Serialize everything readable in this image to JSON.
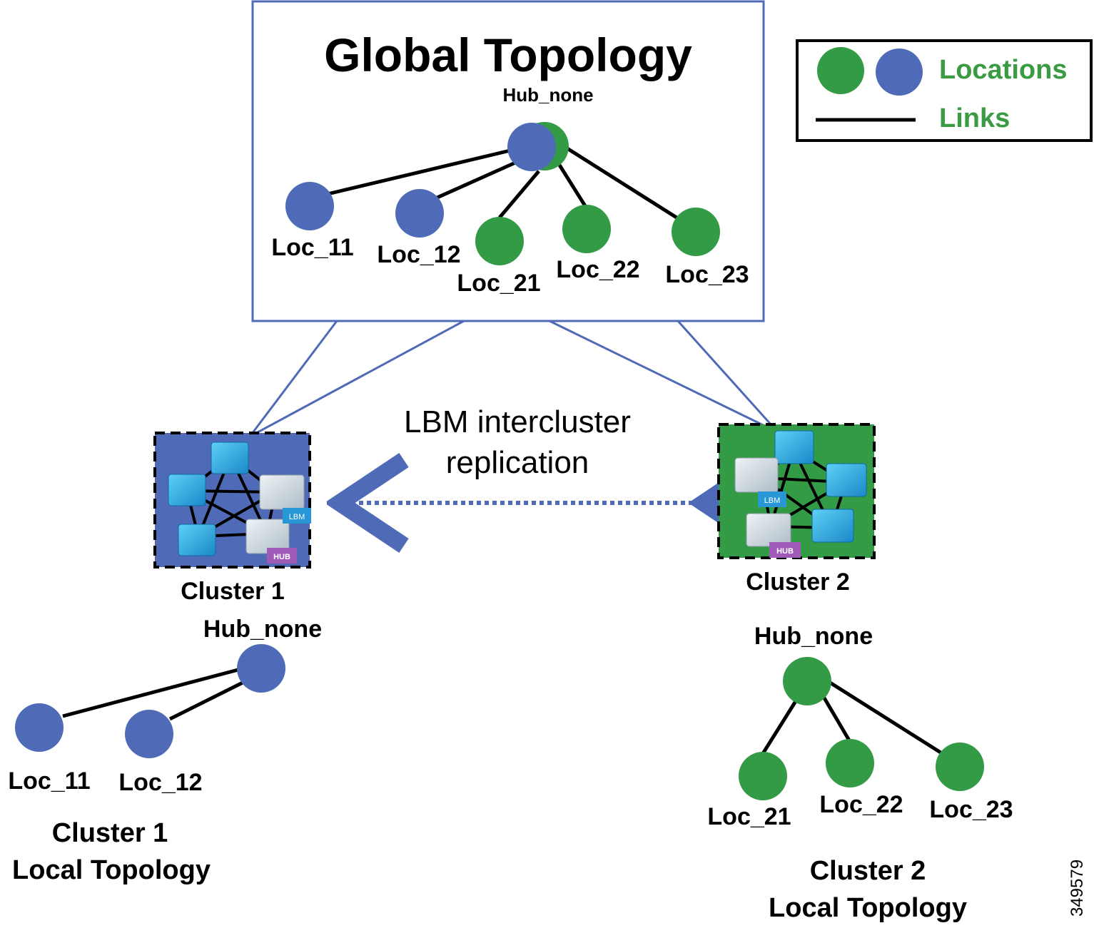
{
  "title": "Global Topology",
  "legend": {
    "locations_label": "Locations",
    "links_label": "Links",
    "label_color": "#3a9b43"
  },
  "colors": {
    "blue": "#4f6bb7",
    "green": "#339a45",
    "frame": "#4f6bb7"
  },
  "global": {
    "hub_label": "Hub_none",
    "locations": [
      "Loc_11",
      "Loc_12",
      "Loc_21",
      "Loc_22",
      "Loc_23"
    ]
  },
  "replication_label": [
    "LBM intercluster",
    "replication"
  ],
  "cluster1": {
    "name": "Cluster 1",
    "hub_label": "Hub_none",
    "locations": [
      "Loc_11",
      "Loc_12"
    ],
    "caption": [
      "Cluster 1",
      "Local Topology"
    ],
    "badges": [
      "LBM",
      "HUB"
    ]
  },
  "cluster2": {
    "name": "Cluster 2",
    "hub_label": "Hub_none",
    "locations": [
      "Loc_21",
      "Loc_22",
      "Loc_23"
    ],
    "caption": [
      "Cluster 2",
      "Local Topology"
    ],
    "badges": [
      "LBM",
      "HUB"
    ]
  },
  "figure_id": "349579"
}
